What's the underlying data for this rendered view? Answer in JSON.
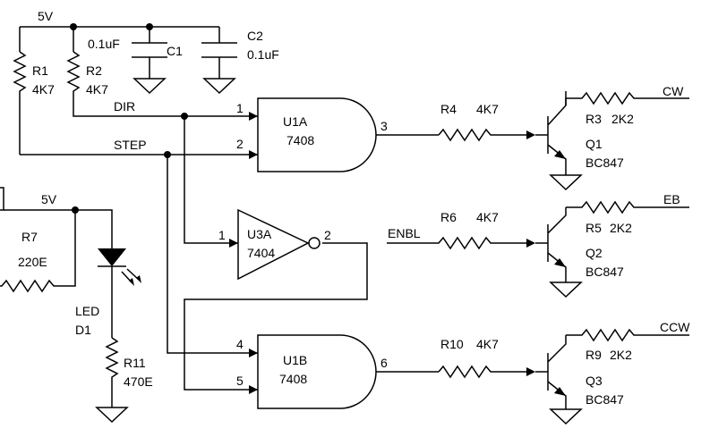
{
  "nets": {
    "vcc_top": "5V",
    "vcc_led": "5V",
    "dir": "DIR",
    "step": "STEP",
    "enbl": "ENBL",
    "cw": "CW",
    "eb": "EB",
    "ccw": "CCW"
  },
  "components": {
    "r1": {
      "ref": "R1",
      "value": "4K7"
    },
    "r2": {
      "ref": "R2",
      "value": "4K7"
    },
    "c1": {
      "ref": "C1",
      "value": "0.1uF"
    },
    "c2": {
      "ref": "C2",
      "value": "0.1uF"
    },
    "r7": {
      "ref": "R7",
      "value": "220E"
    },
    "led": {
      "ref": "D1",
      "value": "LED"
    },
    "r11": {
      "ref": "R11",
      "value": "470E"
    },
    "u1a": {
      "ref": "U1A",
      "value": "7408",
      "pin_in1": "1",
      "pin_in2": "2",
      "pin_out": "3"
    },
    "u3a": {
      "ref": "U3A",
      "value": "7404",
      "pin_in": "1",
      "pin_out": "2"
    },
    "u1b": {
      "ref": "U1B",
      "value": "7408",
      "pin_in1": "4",
      "pin_in2": "5",
      "pin_out": "6"
    },
    "r4": {
      "ref": "R4",
      "value": "4K7"
    },
    "r6": {
      "ref": "R6",
      "value": "4K7"
    },
    "r10": {
      "ref": "R10",
      "value": "4K7"
    },
    "r3": {
      "ref": "R3",
      "value": "2K2"
    },
    "r5": {
      "ref": "R5",
      "value": "2K2"
    },
    "r9": {
      "ref": "R9",
      "value": "2K2"
    },
    "q1": {
      "ref": "Q1",
      "value": "BC847"
    },
    "q2": {
      "ref": "Q2",
      "value": "BC847"
    },
    "q3": {
      "ref": "Q3",
      "value": "BC847"
    }
  }
}
